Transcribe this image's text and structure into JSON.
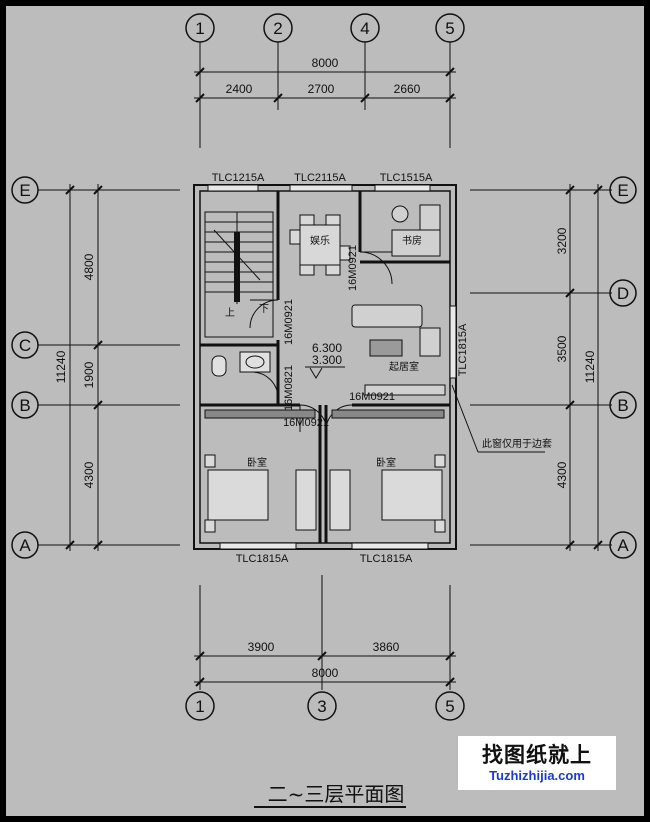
{
  "plan": {
    "title": "二~三层平面图",
    "overall_width_top": "8000",
    "overall_width_bottom": "8000",
    "top_segments": [
      "2400",
      "2700",
      "2660"
    ],
    "bottom_segments": [
      "3900",
      "3860"
    ],
    "left_overall": "11240",
    "left_segments": [
      "4800",
      "1900",
      "4300"
    ],
    "right_overall": "11240",
    "right_segments": [
      "3200",
      "3500",
      "4300"
    ],
    "axes_top": [
      "1",
      "2",
      "4",
      "5"
    ],
    "axes_bottom": [
      "1",
      "3",
      "5"
    ],
    "axes_left": [
      "E",
      "C",
      "B",
      "A"
    ],
    "axes_right": [
      "E",
      "D",
      "B",
      "A"
    ],
    "windows": {
      "top_left": "TLC1215A",
      "top_mid": "TLC2115A",
      "top_right": "TLC1515A",
      "right_side": "TLC1815A",
      "bottom_left": "TLC1815A",
      "bottom_right": "TLC1815A"
    },
    "doors": {
      "d_entertain": "16M0921",
      "d_stair": "16M0921",
      "d_wc": "16M0821",
      "d_hall": "16M0921",
      "d_bed_left": "16M0921"
    },
    "rooms": {
      "entertainment": "娱乐",
      "study": "书房",
      "living": "起居室",
      "bedroom_left": "卧室",
      "bedroom_right": "卧室",
      "stair_up": "上",
      "stair_down": "下"
    },
    "elevations": [
      "6.300",
      "3.300"
    ],
    "note": "此窗仅用于边套"
  },
  "watermark": {
    "line1": "找图纸就上",
    "line2": "Tuzhizhijia.com"
  }
}
